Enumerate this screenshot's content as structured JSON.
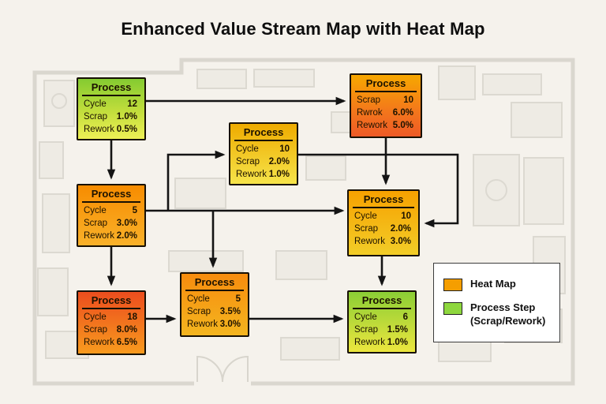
{
  "title": "Enhanced Value Stream Map with Heat Map",
  "boxes": [
    {
      "name": "top-left",
      "header": "Process",
      "color_top": "#84cb31",
      "color_bottom": "#eef056",
      "rows": [
        {
          "label": "Cycle",
          "value": "12"
        },
        {
          "label": "Scrap",
          "value": "1.0%"
        },
        {
          "label": "Rework",
          "value": "0.5%"
        }
      ]
    },
    {
      "name": "top-right",
      "header": "Process",
      "color_top": "#f7a800",
      "color_bottom": "#ee5a26",
      "rows": [
        {
          "label": "Scrap",
          "value": "10"
        },
        {
          "label": "Rwrok",
          "value": "6.0%"
        },
        {
          "label": "Rework",
          "value": "5.0%"
        }
      ]
    },
    {
      "name": "mid-center",
      "header": "Process",
      "color_top": "#eeab00",
      "color_bottom": "#f6e44a",
      "rows": [
        {
          "label": "Cycle",
          "value": "10"
        },
        {
          "label": "Scrap",
          "value": "2.0%"
        },
        {
          "label": "Rework",
          "value": "1.0%"
        }
      ]
    },
    {
      "name": "mid-left",
      "header": "Process",
      "color_top": "#f78c00",
      "color_bottom": "#f9b12a",
      "rows": [
        {
          "label": "Cycle",
          "value": "5"
        },
        {
          "label": "Scrap",
          "value": "3.0%"
        },
        {
          "label": "Rework",
          "value": "2.0%"
        }
      ]
    },
    {
      "name": "mid-right",
      "header": "Process",
      "color_top": "#f7a100",
      "color_bottom": "#f2cd28",
      "rows": [
        {
          "label": "Cycle",
          "value": "10"
        },
        {
          "label": "Scrap",
          "value": "2.0%"
        },
        {
          "label": "Rework",
          "value": "3.0%"
        }
      ]
    },
    {
      "name": "bottom-left",
      "header": "Process",
      "color_top": "#ec4d1e",
      "color_bottom": "#f89a1e",
      "rows": [
        {
          "label": "Cycle",
          "value": "18"
        },
        {
          "label": "Scrap",
          "value": "8.0%"
        },
        {
          "label": "Rework",
          "value": "6.5%"
        }
      ]
    },
    {
      "name": "bottom-center",
      "header": "Process",
      "color_top": "#f78c0e",
      "color_bottom": "#f4b51f",
      "rows": [
        {
          "label": "Cycle",
          "value": "5"
        },
        {
          "label": "Scrap",
          "value": "3.5%"
        },
        {
          "label": "Rework",
          "value": "3.0%"
        }
      ]
    },
    {
      "name": "bottom-right",
      "header": "Process",
      "color_top": "#8bce35",
      "color_bottom": "#ece63e",
      "rows": [
        {
          "label": "Cycle",
          "value": "6"
        },
        {
          "label": "Scrap",
          "value": "1.5%"
        },
        {
          "label": "Rework",
          "value": "1.0%"
        }
      ]
    }
  ],
  "connections": [
    {
      "from": "top-left",
      "to": "top-right"
    },
    {
      "from": "top-left",
      "to": "mid-left"
    },
    {
      "from": "mid-left",
      "to": "mid-center"
    },
    {
      "from": "mid-left",
      "to": "mid-right"
    },
    {
      "from": "mid-left",
      "to": "bottom-center"
    },
    {
      "from": "mid-center",
      "to": "mid-right"
    },
    {
      "from": "top-right",
      "to": "mid-right"
    },
    {
      "from": "mid-left",
      "to": "bottom-left"
    },
    {
      "from": "bottom-left",
      "to": "bottom-center"
    },
    {
      "from": "bottom-center",
      "to": "bottom-right"
    },
    {
      "from": "mid-right",
      "to": "bottom-right"
    }
  ],
  "legend": {
    "items": [
      {
        "label": "Heat Map",
        "swatch_color": "#f59e00"
      },
      {
        "label": "Process Step (Scrap/Rework)",
        "swatch_color": "#8ed73e"
      }
    ]
  }
}
